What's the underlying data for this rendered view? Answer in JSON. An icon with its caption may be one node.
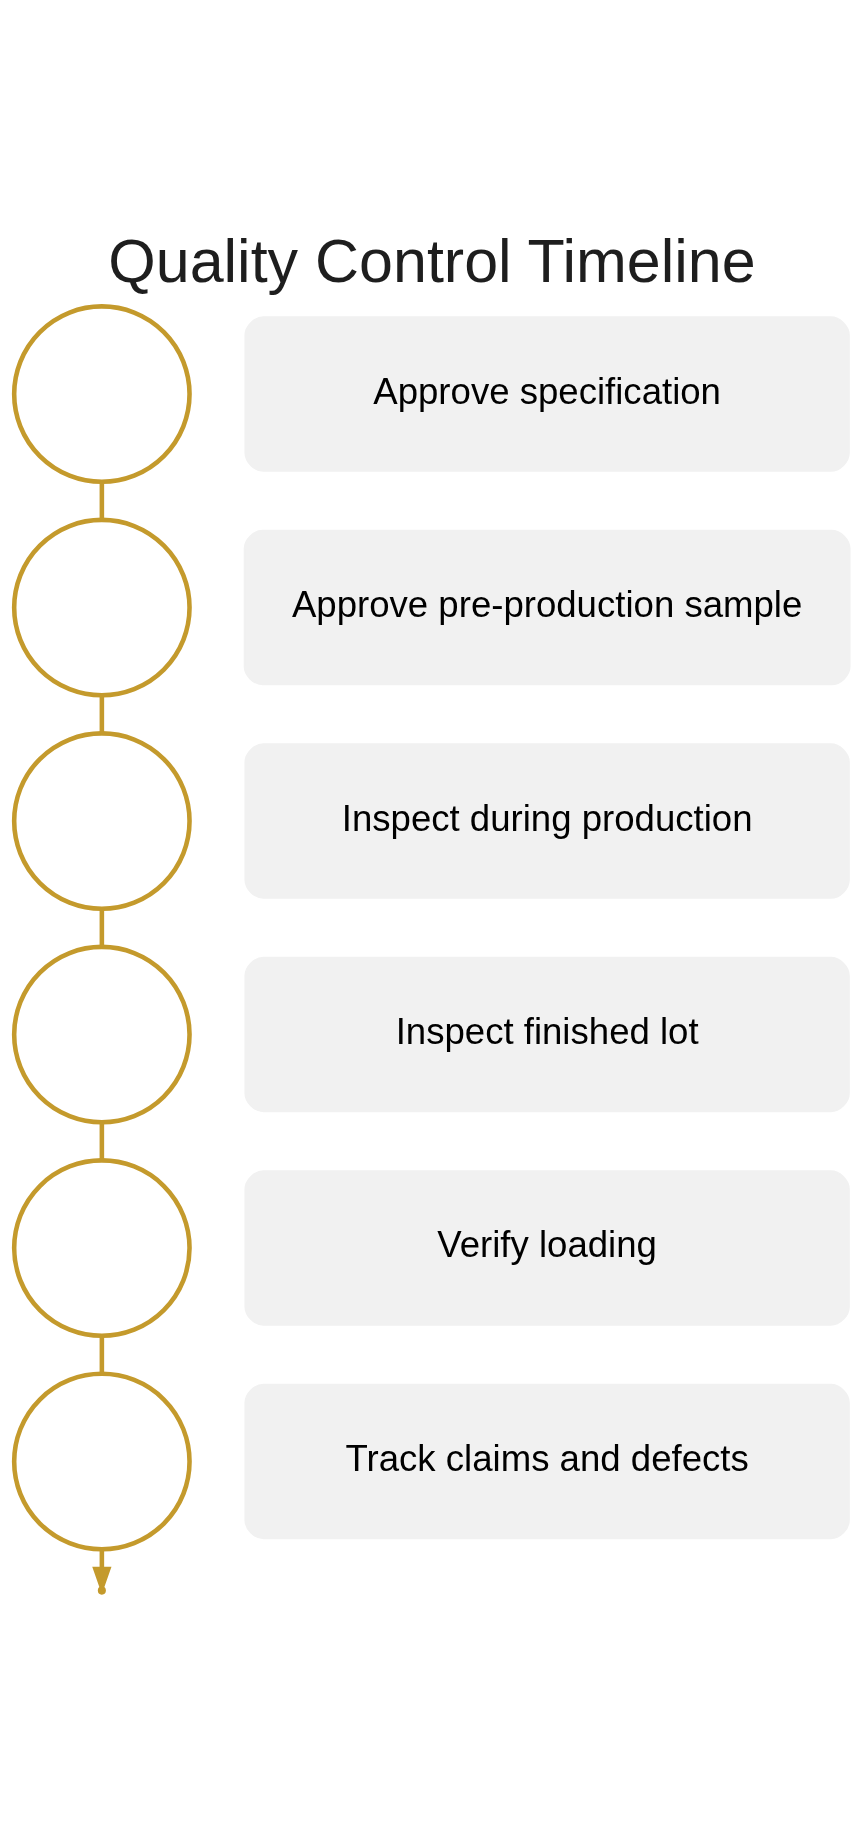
{
  "diagram": {
    "title": "Quality Control Timeline",
    "nodes": [
      {
        "text": [],
        "shape": "circle"
      },
      {
        "text": [
          "Approve specification"
        ]
      },
      {
        "text": [],
        "shape": "circle"
      },
      {
        "text": [
          "Approve pre-production sample"
        ]
      },
      {
        "text": [],
        "shape": "circle"
      },
      {
        "text": [
          "Inspect during production"
        ]
      },
      {
        "text": [],
        "shape": "circle"
      },
      {
        "text": [
          "Inspect finished lot"
        ]
      },
      {
        "text": [],
        "shape": "circle"
      },
      {
        "text": [
          "Verify loading"
        ]
      },
      {
        "text": [],
        "shape": "circle"
      },
      {
        "text": [
          "Track claims and defects"
        ]
      }
    ],
    "edges": [
      {
        "from": 0,
        "to": 2,
        "arrow": "none"
      },
      {
        "from": 2,
        "to": 4,
        "arrow": "none"
      },
      {
        "from": 4,
        "to": 6,
        "arrow": "none"
      },
      {
        "from": 6,
        "to": 8,
        "arrow": "none"
      },
      {
        "from": 8,
        "to": 10,
        "arrow": "none"
      },
      {
        "from": 10,
        "to": null,
        "arrow": "to"
      }
    ]
  }
}
